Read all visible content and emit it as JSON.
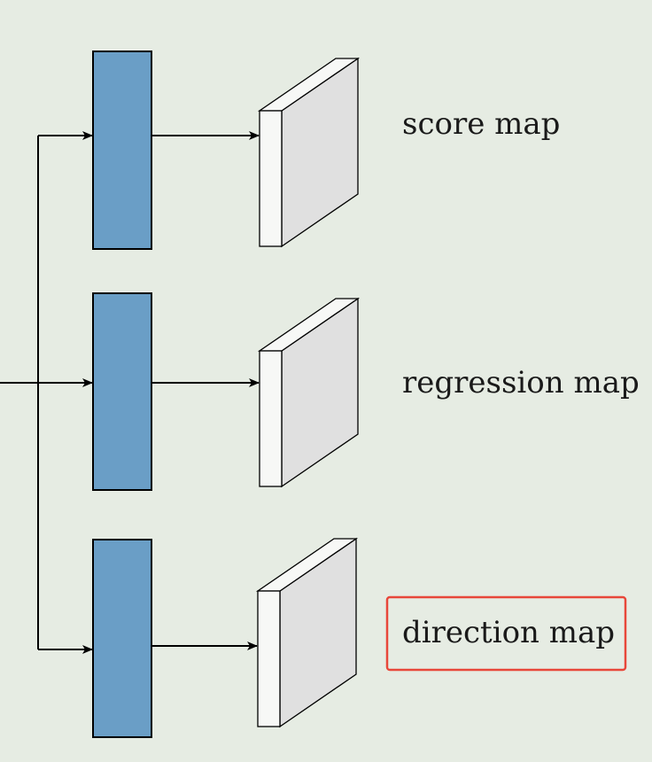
{
  "diagram": {
    "background": "#e6ece3",
    "block_fill": "#6a9ec6",
    "map_front_fill": "#f7f8f6",
    "map_side_fill": "#e0e0e0",
    "line_color": "#000000",
    "highlight_color": "#e8473a",
    "branches": [
      {
        "label": "score map",
        "highlighted": false
      },
      {
        "label": "regression map",
        "highlighted": false
      },
      {
        "label": "direction map",
        "highlighted": true
      }
    ]
  }
}
